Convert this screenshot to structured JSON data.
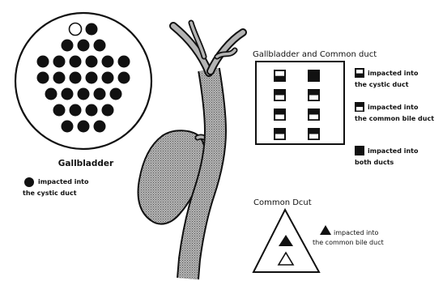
{
  "gallbladder": {
    "title": "Gallbladder",
    "legend_line1": "impacted into",
    "legend_line2": "the cystic duct",
    "stone_rows": [
      [
        "white",
        "black"
      ],
      [
        "black",
        "black",
        "black"
      ],
      [
        "black",
        "black",
        "black",
        "black",
        "black",
        "black"
      ],
      [
        "black",
        "black",
        "black",
        "black",
        "black",
        "black"
      ],
      [
        "black",
        "black",
        "black",
        "black",
        "black"
      ],
      [
        "black",
        "black",
        "black",
        "black"
      ],
      [
        "black",
        "black",
        "black"
      ]
    ]
  },
  "gallbladder_and_common_duct": {
    "title": "Gallbladder and Common duct",
    "box_grid": [
      [
        "top-white",
        "black"
      ],
      [
        "bottom-white",
        "bottom-white"
      ],
      [
        "bottom-white",
        "bottom-white"
      ],
      [
        "bottom-white",
        "bottom-white"
      ]
    ],
    "legend": [
      {
        "symbol": "top-white",
        "line1": "impacted into",
        "line2": "the cystic duct"
      },
      {
        "symbol": "bottom-white",
        "line1": "impacted into",
        "line2": "the common bile duct"
      },
      {
        "symbol": "black",
        "line1": "impacted into",
        "line2": "both ducts"
      }
    ]
  },
  "common_duct": {
    "title": "Common Dcut",
    "legend_line1": "impacted into",
    "legend_line2": "the common bile duct",
    "triangles": [
      "black",
      "white"
    ]
  },
  "colors": {
    "ink": "#111111",
    "organ_fill": "#9a9a9a",
    "background": "#ffffff"
  }
}
